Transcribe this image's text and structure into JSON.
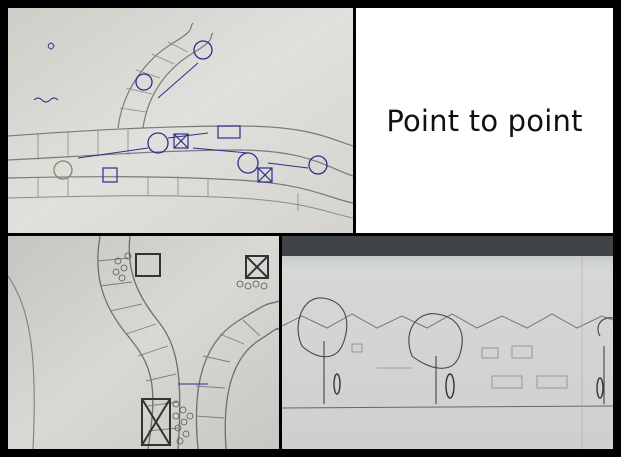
{
  "slide": {
    "title": "Point to point"
  },
  "photos": [
    {
      "name": "map-sketch-photo",
      "description_icon": "hand-drawn-map"
    },
    {
      "name": "path-closeup-photo",
      "description_icon": "hand-drawn-path"
    },
    {
      "name": "street-elevation-photo",
      "description_icon": "hand-drawn-street"
    }
  ],
  "colors": {
    "frame": "#000000",
    "title_panel": "#ffffff",
    "paper": "#d9d8d4",
    "pencil": "#6e6e6e",
    "ink": "#2b2f8a"
  }
}
